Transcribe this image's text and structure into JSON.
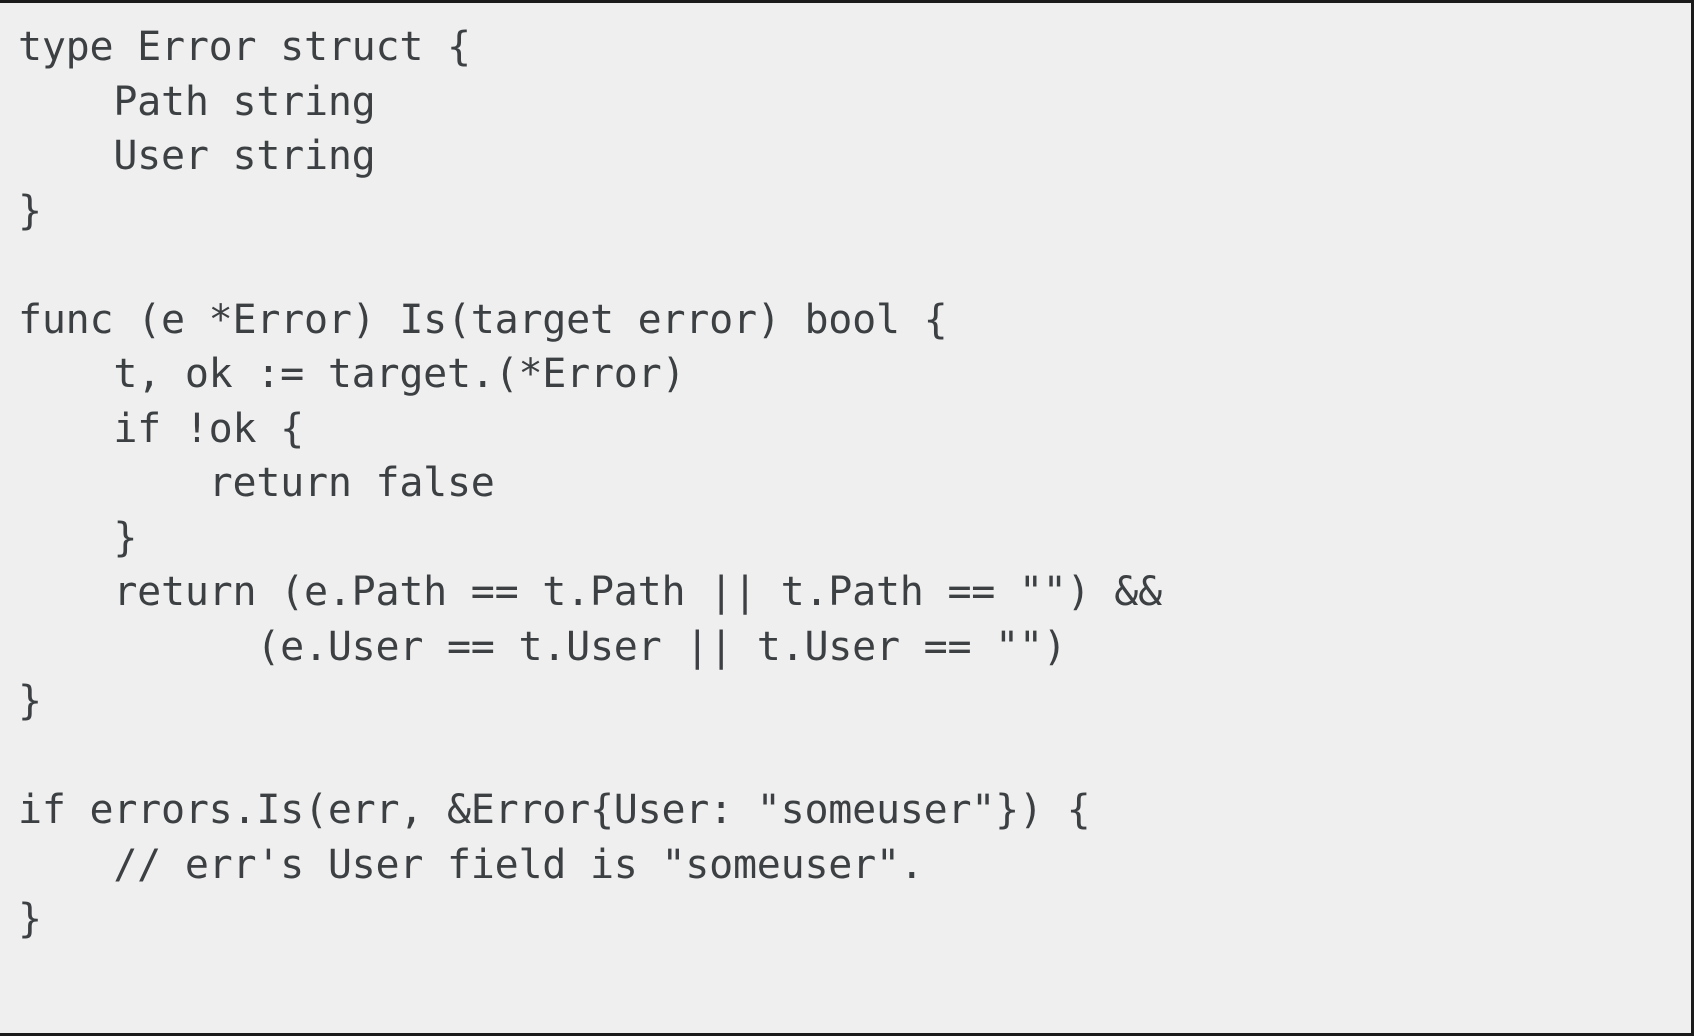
{
  "document": {
    "kind": "source-code-listing",
    "language": "Go",
    "background_color": "#efefef",
    "text_color": "#3c4043",
    "border_color": "#1a1a1a",
    "font_style": "monospace"
  },
  "code": {
    "lines": [
      "type Error struct {",
      "    Path string",
      "    User string",
      "}",
      "",
      "func (e *Error) Is(target error) bool {",
      "    t, ok := target.(*Error)",
      "    if !ok {",
      "        return false",
      "    }",
      "    return (e.Path == t.Path || t.Path == \"\") &&",
      "          (e.User == t.User || t.User == \"\")",
      "}",
      "",
      "if errors.Is(err, &Error{User: \"someuser\"}) {",
      "    // err's User field is \"someuser\".",
      "}"
    ]
  }
}
